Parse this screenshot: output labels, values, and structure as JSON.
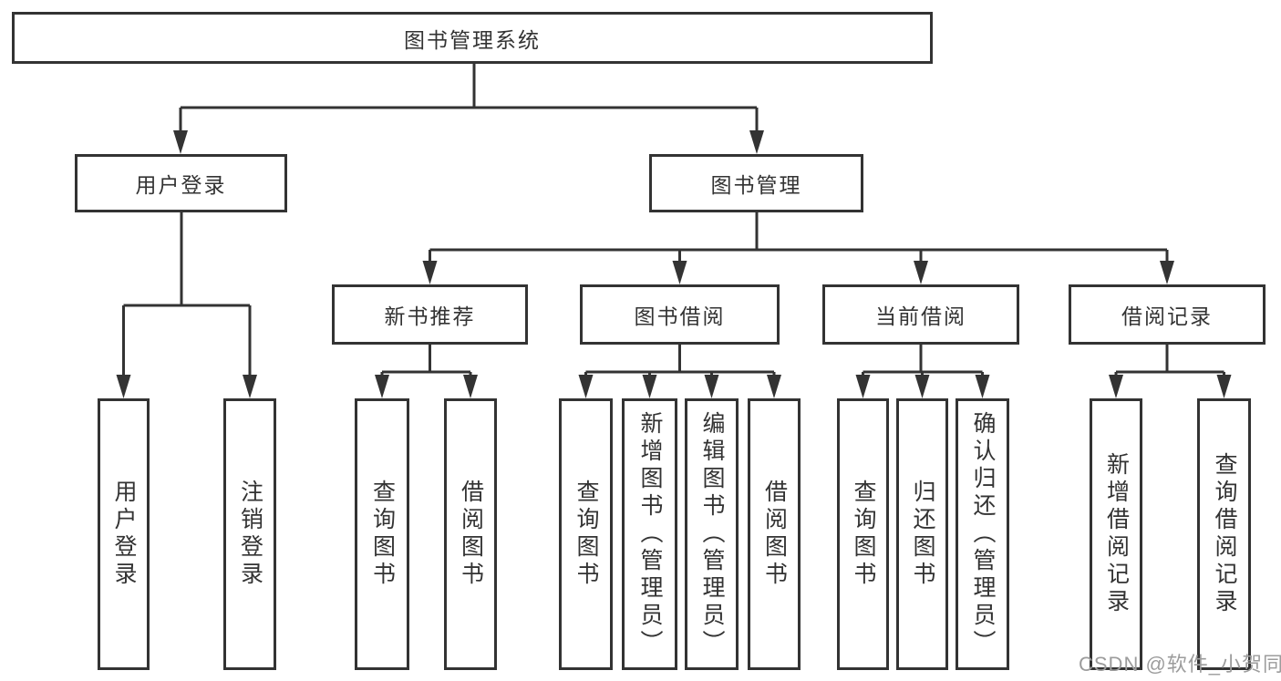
{
  "diagram": {
    "title": "图书管理系统",
    "watermark": "CSDN @软件_小贺同学",
    "colors": {
      "line": "#333333",
      "box_background": "#ffffff",
      "text": "#333333",
      "watermark": "#9c9c9c"
    },
    "nodes": {
      "root": {
        "label": "图书管理系统"
      },
      "user_login": {
        "label": "用户登录"
      },
      "book_mgmt": {
        "label": "图书管理"
      },
      "new_book_rec": {
        "label": "新书推荐"
      },
      "book_borrow": {
        "label": "图书借阅"
      },
      "current_borrow": {
        "label": "当前借阅"
      },
      "borrow_records": {
        "label": "借阅记录"
      },
      "ul_login": {
        "label": "用户登录"
      },
      "ul_logout": {
        "label": "注销登录"
      },
      "nb_query": {
        "label": "查询图书"
      },
      "nb_borrow": {
        "label": "借阅图书"
      },
      "bb_query": {
        "label": "查询图书"
      },
      "bb_add": {
        "label": "新增图书（管理员）"
      },
      "bb_edit": {
        "label": "编辑图书（管理员）"
      },
      "bb_borrow": {
        "label": "借阅图书"
      },
      "cb_query": {
        "label": "查询图书"
      },
      "cb_return": {
        "label": "归还图书"
      },
      "cb_confirm": {
        "label": "确认归还（管理员）"
      },
      "br_add": {
        "label": "新增借阅记录"
      },
      "br_query": {
        "label": "查询借阅记录"
      }
    },
    "tree": {
      "root": [
        "user_login",
        "book_mgmt"
      ],
      "user_login": [
        "ul_login",
        "ul_logout"
      ],
      "book_mgmt": [
        "new_book_rec",
        "book_borrow",
        "current_borrow",
        "borrow_records"
      ],
      "new_book_rec": [
        "nb_query",
        "nb_borrow"
      ],
      "book_borrow": [
        "bb_query",
        "bb_add",
        "bb_edit",
        "bb_borrow"
      ],
      "current_borrow": [
        "cb_query",
        "cb_return",
        "cb_confirm"
      ],
      "borrow_records": [
        "br_add",
        "br_query"
      ]
    }
  }
}
